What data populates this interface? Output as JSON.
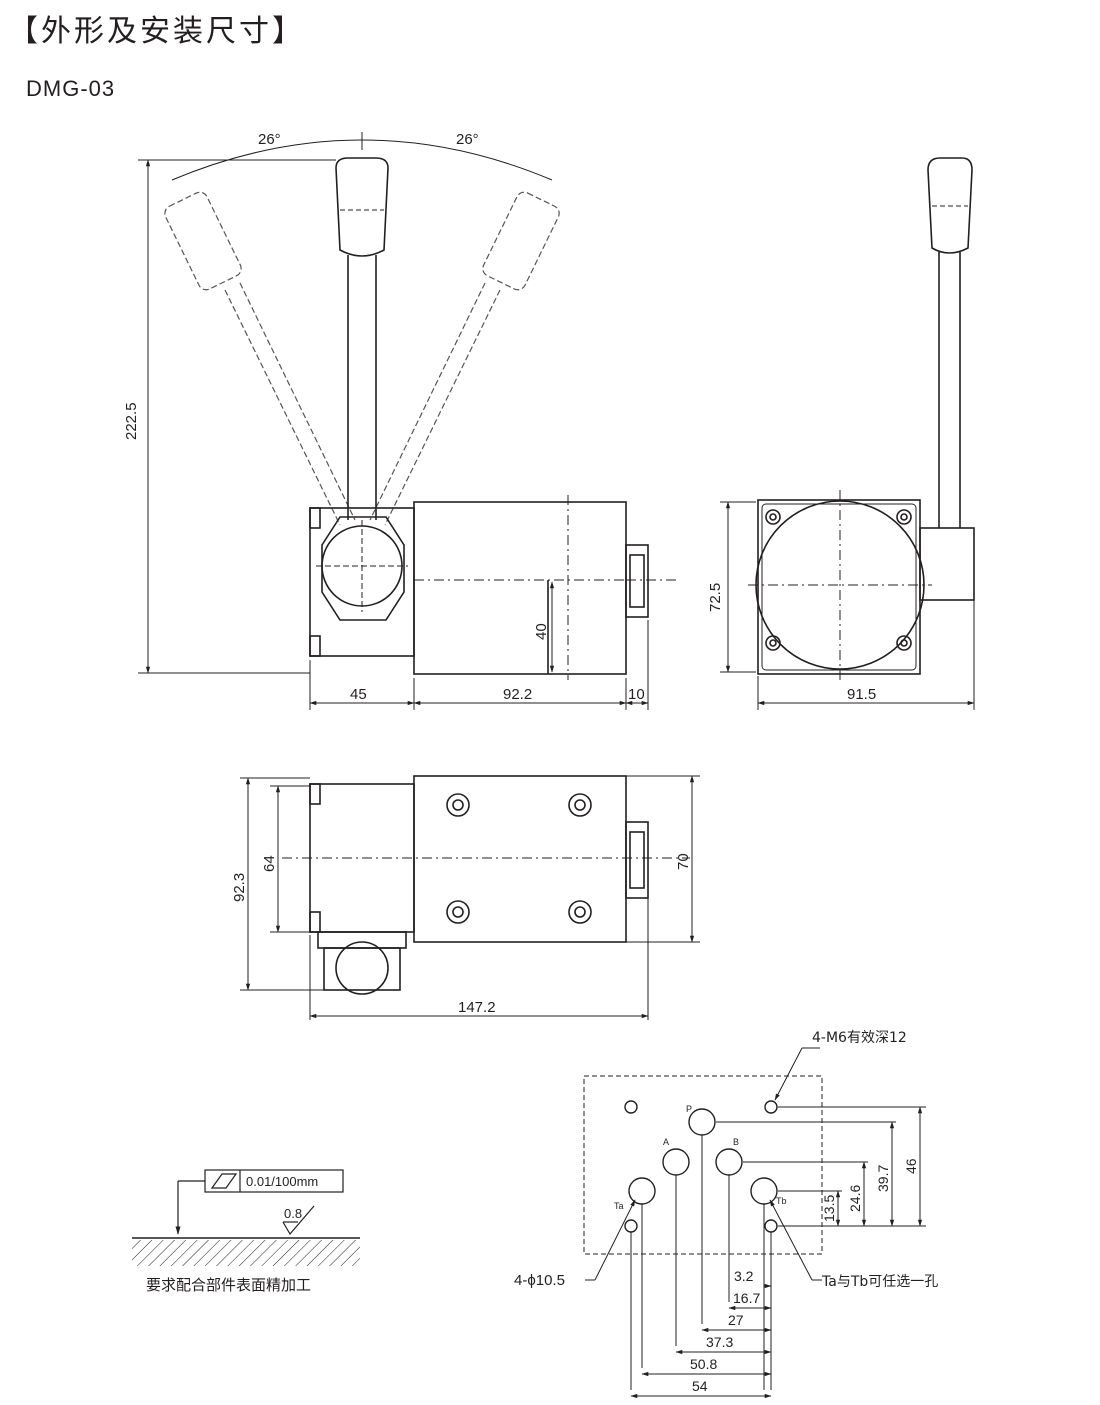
{
  "header": {
    "title": "【外形及安装尺寸】",
    "model": "DMG-03"
  },
  "dimensions": {
    "angle_left": "26°",
    "angle_right": "26°",
    "height_total": "222.5",
    "dim_45": "45",
    "dim_92_2": "92.2",
    "dim_10": "10",
    "dim_40": "40",
    "dim_72_5": "72.5",
    "dim_91_5": "91.5",
    "dim_92_3": "92.3",
    "dim_64": "64",
    "dim_70": "70",
    "dim_147_2": "147.2"
  },
  "mounting": {
    "thread_note": "4-M6有效深12",
    "hole_note": "4-ϕ10.5",
    "port_note": "Ta与Tb可任选一孔",
    "ports": {
      "p": "P",
      "a": "A",
      "b": "B",
      "ta": "Ta",
      "tb": "Tb"
    },
    "vertical": [
      "13.5",
      "24.6",
      "39.7",
      "46"
    ],
    "horizontal": [
      "3.2",
      "16.7",
      "27",
      "37.3",
      "50.8",
      "54"
    ]
  },
  "surface": {
    "flatness": "0.01/100mm",
    "roughness": "0.8",
    "note": "要求配合部件表面精加工"
  }
}
